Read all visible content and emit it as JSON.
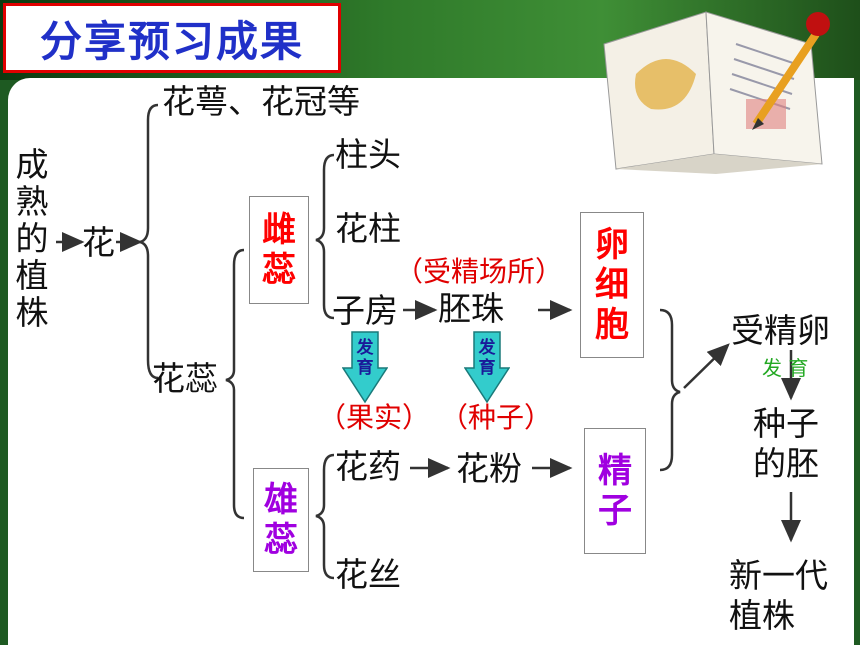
{
  "title": "分享预习成果",
  "mature_plant": "成熟的植株",
  "flower": "花",
  "sepal_petal": "花萼、花冠等",
  "stamens_pistils": "花蕊",
  "pistil": "雌蕊",
  "stamen": "雄蕊",
  "stigma": "柱头",
  "style": "花柱",
  "ovary": "子房",
  "ovule": "胚珠",
  "fertilization_site": "（受精场所）",
  "develop": "发育",
  "fruit": "（果实）",
  "seed": "（种子）",
  "anther": "花药",
  "pollen": "花粉",
  "filament": "花丝",
  "egg_cell": "卵细胞",
  "sperm": "精子",
  "zygote": "受精卵",
  "develop_2": "发 育",
  "embryo": "种子的胚",
  "new_plant": "新一代植株",
  "colors": {
    "title": "#2030c8",
    "red": "#ff0000",
    "purple": "#a000e0",
    "arrow": "#33cccc",
    "develop_green": "#22a822"
  }
}
